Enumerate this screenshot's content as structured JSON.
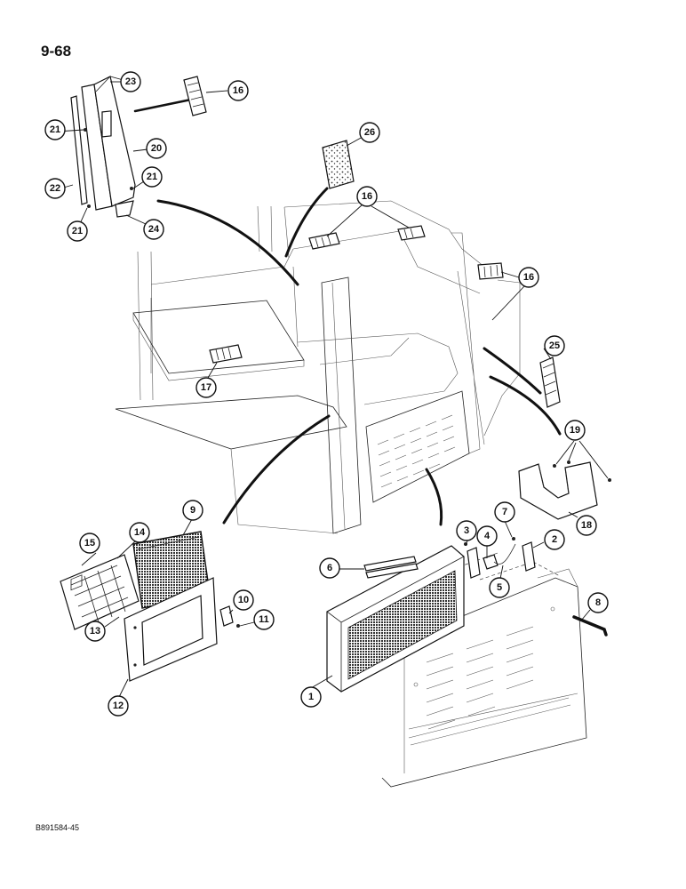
{
  "page": {
    "number": "9-68",
    "drawing_code": "B891584-45"
  },
  "callouts": {
    "c1": "1",
    "c2": "2",
    "c3": "3",
    "c4": "4",
    "c5": "5",
    "c6": "6",
    "c7": "7",
    "c8": "8",
    "c9": "9",
    "c10": "10",
    "c11": "11",
    "c12": "12",
    "c13": "13",
    "c14": "14",
    "c15": "15",
    "c16a": "16",
    "c16b": "16",
    "c16c": "16",
    "c17": "17",
    "c18": "18",
    "c19": "19",
    "c20": "20",
    "c21a": "21",
    "c21b": "21",
    "c21c": "21",
    "c22": "22",
    "c23": "23",
    "c24": "24",
    "c25": "25",
    "c26": "26"
  }
}
